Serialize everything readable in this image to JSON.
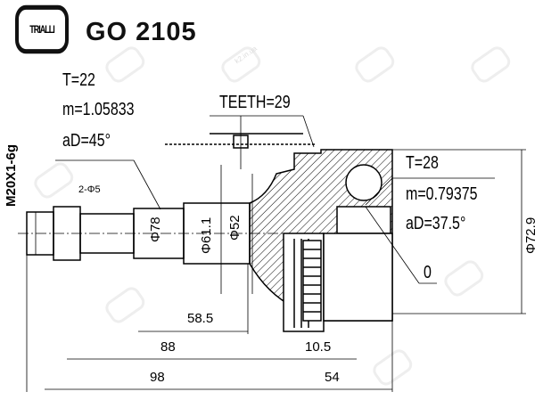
{
  "header": {
    "brand": "TRIALLI",
    "part_number": "GO 2105"
  },
  "outer_spline": {
    "teeth_count": "T=22",
    "module": "m=1.05833",
    "pressure_angle": "aD=45°"
  },
  "teeth": "TEETH=29",
  "inner_spline": {
    "teeth_count": "T=28",
    "module": "m=0.79375",
    "pressure_angle": "aD=37.5°"
  },
  "thread": "M20X1-6g",
  "hole": "2-Φ5",
  "diameters": {
    "d1": "Φ78",
    "d2": "Φ61.1",
    "d3": "Φ52",
    "d4": "Φ72.9"
  },
  "seal_ring": "0",
  "lengths": {
    "l1": "58.5",
    "l2": "88",
    "l3": "10.5",
    "l4": "98",
    "l5": "54"
  },
  "watermark": "k2.in.ua"
}
